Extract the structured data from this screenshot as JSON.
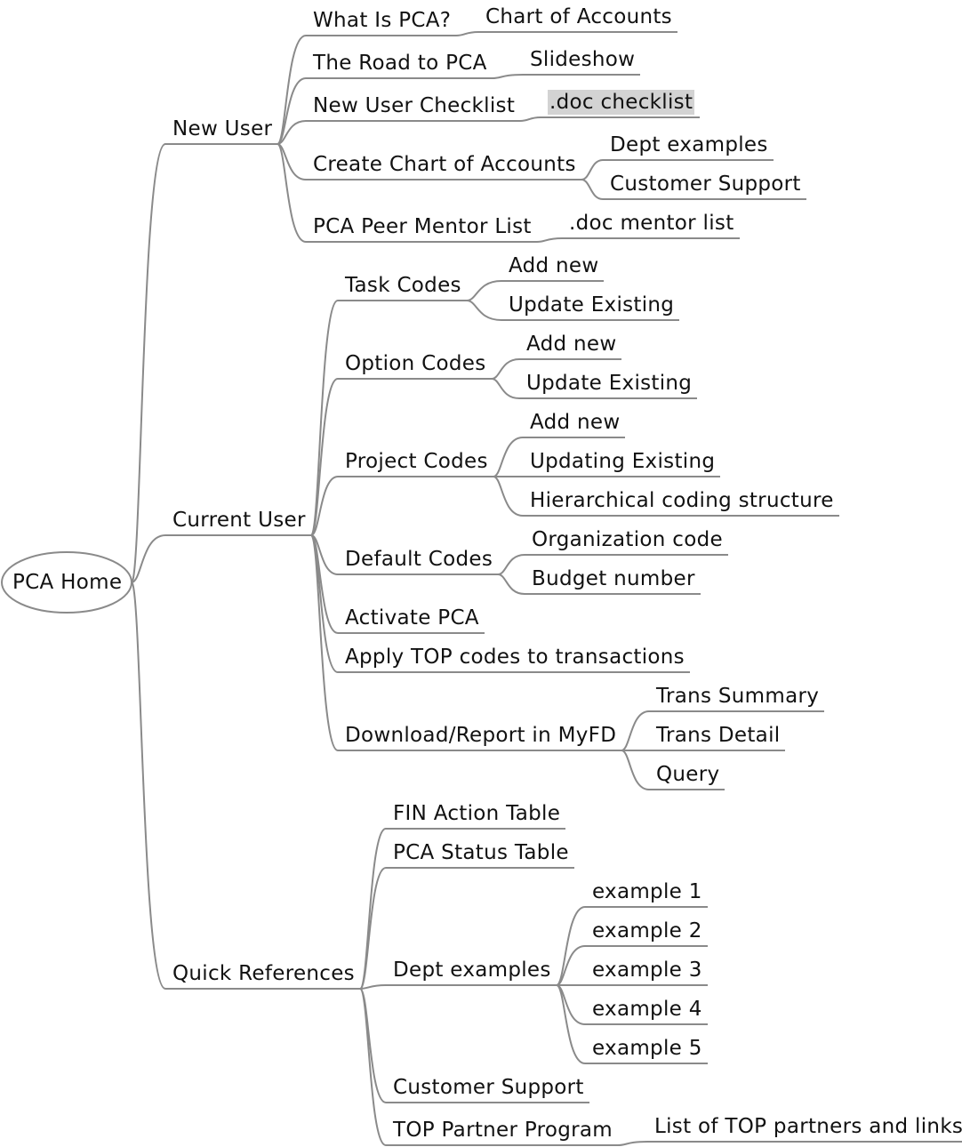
{
  "root": {
    "label": "PCA Home"
  },
  "branches": {
    "new_user": {
      "label": "New User",
      "children": {
        "what_is_pca": {
          "label": "What Is PCA?",
          "leaf": "Chart of Accounts"
        },
        "road_to_pca": {
          "label": "The Road to PCA",
          "leaf": "Slideshow"
        },
        "new_user_checklist": {
          "label": "New User Checklist",
          "leaf": ".doc checklist"
        },
        "create_chart": {
          "label": "Create Chart of Accounts",
          "leaves": [
            "Dept examples",
            "Customer Support"
          ]
        },
        "peer_mentor": {
          "label": "PCA Peer Mentor List",
          "leaf": ".doc mentor list"
        }
      }
    },
    "current_user": {
      "label": "Current User",
      "children": {
        "task_codes": {
          "label": "Task Codes",
          "leaves": [
            "Add new",
            "Update Existing"
          ]
        },
        "option_codes": {
          "label": "Option Codes",
          "leaves": [
            "Add new",
            "Update Existing"
          ]
        },
        "project_codes": {
          "label": "Project Codes",
          "leaves": [
            "Add new",
            "Updating Existing",
            "Hierarchical coding structure"
          ]
        },
        "default_codes": {
          "label": "Default Codes",
          "leaves": [
            "Organization code",
            "Budget number"
          ]
        },
        "activate_pca": {
          "label": "Activate PCA"
        },
        "apply_top": {
          "label": "Apply TOP codes to transactions"
        },
        "download_report": {
          "label": "Download/Report in MyFD",
          "leaves": [
            "Trans Summary",
            "Trans Detail",
            "Query"
          ]
        }
      }
    },
    "quick_references": {
      "label": "Quick References",
      "children": {
        "fin_action": {
          "label": "FIN Action Table"
        },
        "pca_status": {
          "label": "PCA Status Table"
        },
        "dept_examples": {
          "label": "Dept examples",
          "leaves": [
            "example 1",
            "example 2",
            "example 3",
            "example 4",
            "example 5"
          ]
        },
        "customer_support": {
          "label": "Customer Support"
        },
        "top_partner": {
          "label": "TOP Partner Program",
          "leaf": "List of TOP partners and links"
        }
      }
    }
  },
  "colors": {
    "edge": "#8a8a8a",
    "text": "#111111",
    "highlight": "#d3d3d3"
  }
}
